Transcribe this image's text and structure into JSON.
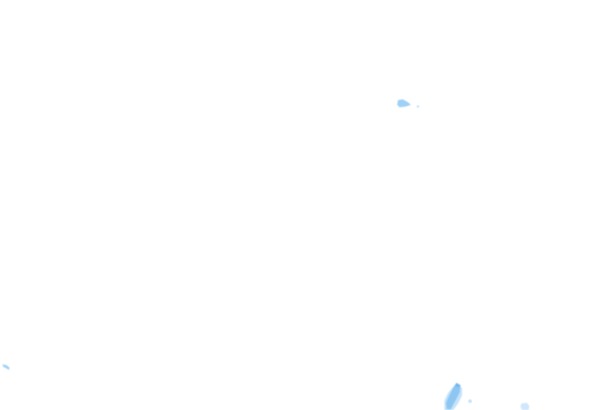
{
  "map": {
    "background_color": "#ffffff",
    "layer": "precipitation-overlay",
    "colors": {
      "light": "#cfe6fb",
      "medium": "#9fd0f6",
      "strong": "#72b8f0"
    },
    "cells": [
      {
        "id": "cell-upper",
        "intensity": "medium"
      },
      {
        "id": "cell-upper-speck",
        "intensity": "light"
      },
      {
        "id": "cell-left-edge",
        "intensity": "medium"
      },
      {
        "id": "cell-bottom-main",
        "intensity": "strong"
      },
      {
        "id": "cell-bottom-speck",
        "intensity": "light"
      },
      {
        "id": "cell-bottom-right",
        "intensity": "light"
      }
    ]
  }
}
